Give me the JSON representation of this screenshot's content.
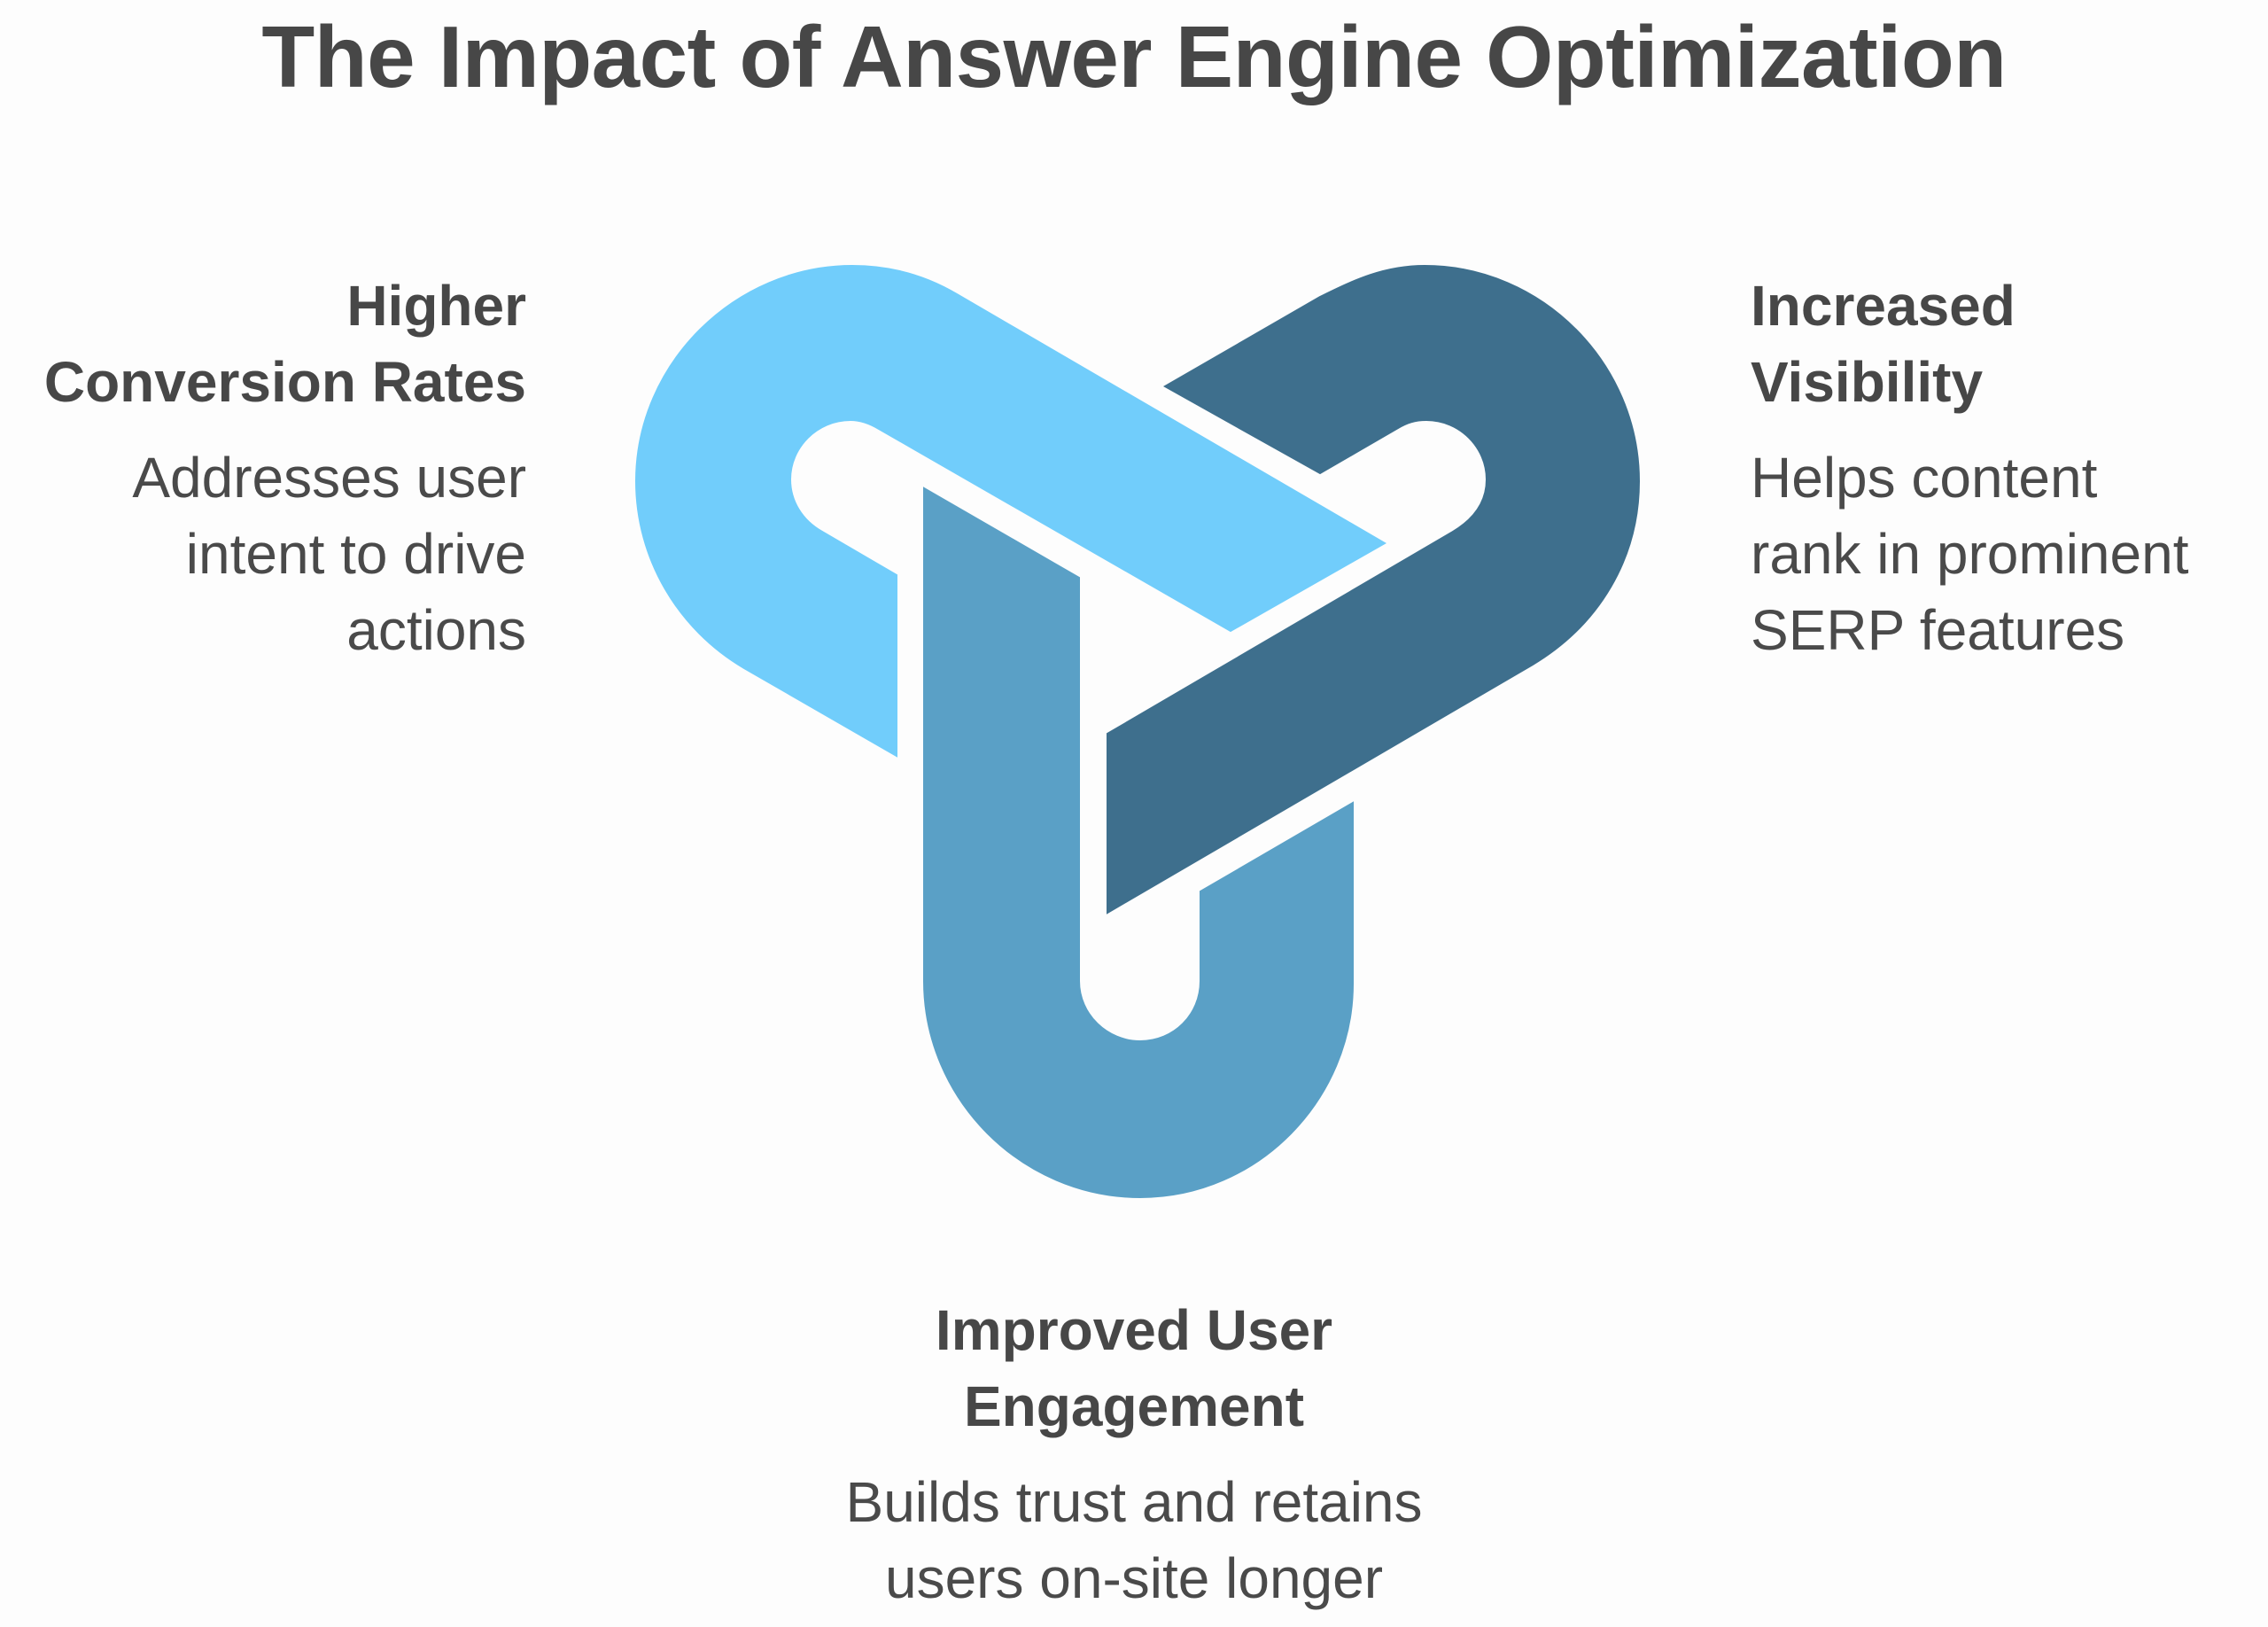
{
  "title": "The Impact of Answer Engine Optimization",
  "items": [
    {
      "heading_lines": [
        "Higher",
        "Conversion Rates"
      ],
      "desc_lines": [
        "Addresses user",
        "intent to drive",
        "actions"
      ],
      "color": "#71cdfb"
    },
    {
      "heading_lines": [
        "Increased",
        "Visibility"
      ],
      "desc_lines": [
        "Helps content",
        "rank in prominent",
        "SERP features"
      ],
      "color": "#3e6f8d"
    },
    {
      "heading_lines": [
        "Improved User",
        "Engagement"
      ],
      "desc_lines": [
        "Builds trust and retains",
        "users on-site longer"
      ],
      "color": "#5aa0c6"
    }
  ]
}
